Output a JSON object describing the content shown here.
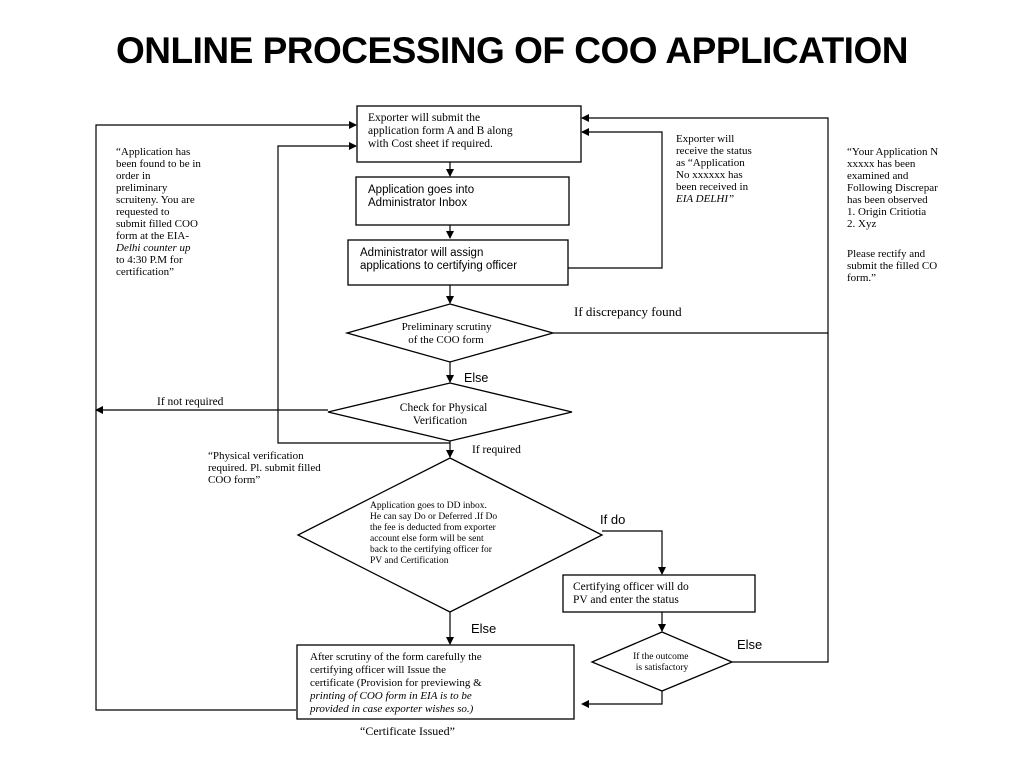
{
  "title": "ONLINE PROCESSING OF COO APPLICATION",
  "nodes": {
    "submit": [
      "Exporter will submit the",
      "application form A and B along",
      "with Cost sheet if required."
    ],
    "inbox": [
      "Application goes into",
      "Administrator Inbox"
    ],
    "assign": [
      "Administrator will assign",
      "applications to certifying officer"
    ],
    "scrutiny": [
      "Preliminary scrutiny",
      "of the COO form"
    ],
    "physical": [
      "Check for Physical",
      "Verification"
    ],
    "dd_inbox": [
      "Application goes to DD inbox.",
      "He can say Do or Deferred .If Do",
      "the fee is deducted from exporter",
      "account else form will be sent",
      "back to the certifying officer for",
      "PV and Certification"
    ],
    "certifying": [
      "Certifying  officer  will  do",
      "PV and enter the status"
    ],
    "outcome": [
      "If the outcome",
      "is satisfactory"
    ],
    "final": [
      "After scrutiny of the form carefully the",
      "certifying officer will Issue the",
      "certificate (Provision for previewing &",
      "printing of COO form in EIA is to be",
      "provided in case exporter wishes so.)"
    ]
  },
  "labels": {
    "discrepancy": "If discrepancy found",
    "else_1": "Else",
    "not_required": "If not required",
    "required": "If required",
    "if_do": "If do",
    "else_2": "Else",
    "else_3": "Else"
  },
  "notes": {
    "left": [
      "“Application has",
      "been found to be in",
      "order in",
      "preliminary",
      "scruiteny. You are",
      "requested to",
      "submit filled COO",
      "form at the EIA-",
      "Delhi counter up",
      "to 4:30 P.M for",
      "certification”"
    ],
    "status": [
      "Exporter will",
      "receive the status",
      "as “Application",
      "No xxxxxx   has",
      "been received in",
      "EIA DELHI”"
    ],
    "right": [
      "“Your Application N",
      "xxxxx has been",
      "examined and",
      "Following Discrepar",
      "has been observed",
      "1. Origin Critiotia",
      "2. Xyz",
      "",
      "Please rectify and",
      "submit the filled CO",
      "form.”"
    ],
    "physical_note": [
      "“Physical verification",
      "required. Pl. submit filled",
      "COO form”"
    ],
    "issued": "“Certificate Issued”"
  }
}
